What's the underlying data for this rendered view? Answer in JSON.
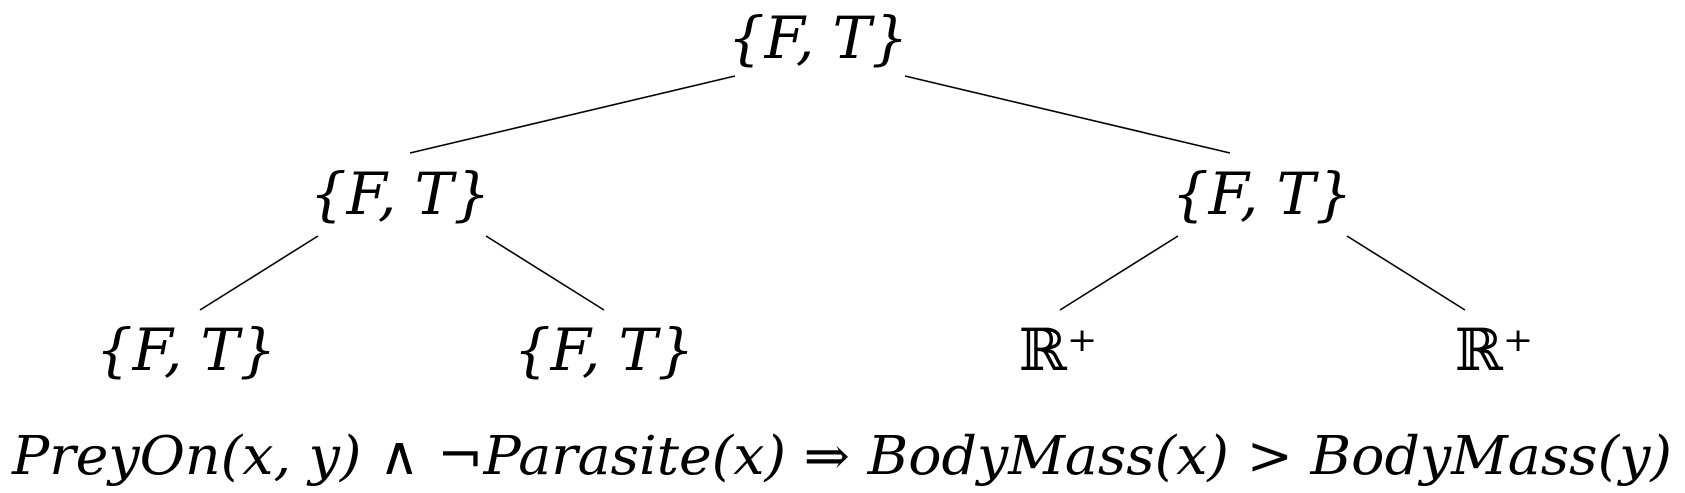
{
  "nodes": {
    "root": "{F, T}",
    "left": "{F, T}",
    "right": "{F, T}",
    "left_left": "{F, T}",
    "left_right": "{F, T}",
    "right_left": "ℝ⁺",
    "right_right": "ℝ⁺"
  },
  "formula": "PreyOn(x, y) ∧ ¬Parasite(x) ⇒ BodyMass(x) > BodyMass(y)",
  "colors": {
    "ink": "#000000",
    "background": "#ffffff"
  }
}
